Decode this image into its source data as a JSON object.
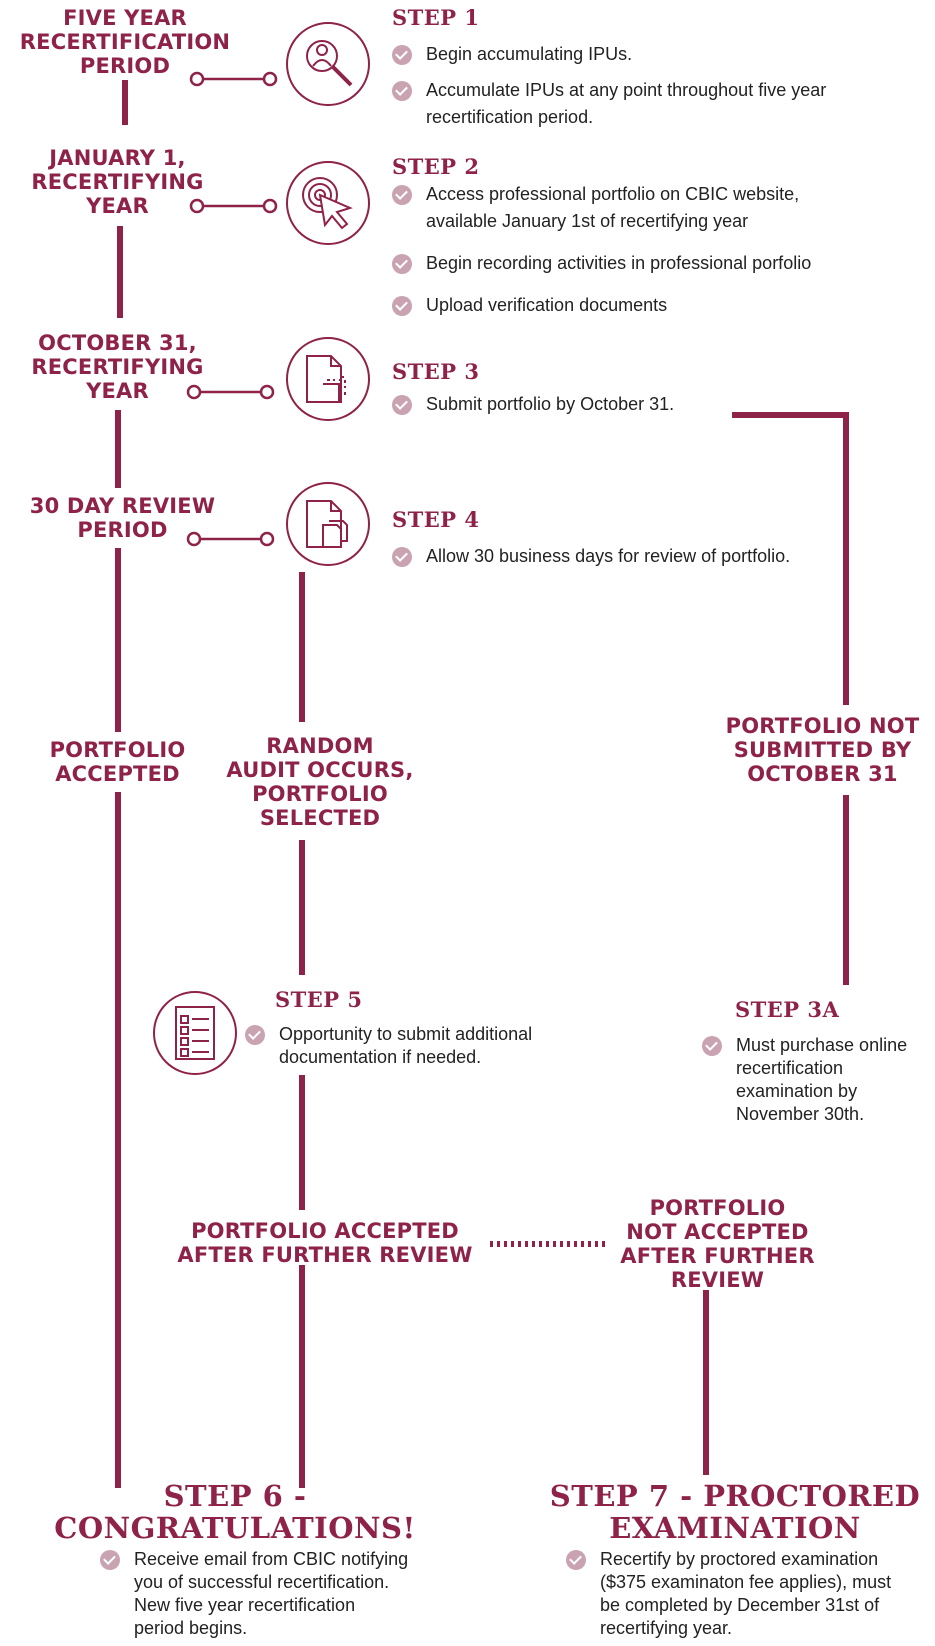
{
  "colors": {
    "accent": "#8e2249",
    "check": "#c9a3b1",
    "text": "#222222"
  },
  "timeline": {
    "five_year": [
      "FIVE YEAR",
      "RECERTIFICATION",
      "PERIOD"
    ],
    "january": [
      "JANUARY 1,",
      "RECERTIFYING",
      "YEAR"
    ],
    "october": [
      "OCTOBER 31,",
      "RECERTIFYING",
      "YEAR"
    ],
    "review": [
      "30 DAY REVIEW",
      "PERIOD"
    ]
  },
  "steps": {
    "step1": {
      "title": "STEP 1",
      "icon": "magnifier-person-icon",
      "items": [
        [
          "Begin accumulating IPUs."
        ],
        [
          "Accumulate IPUs at any point throughout five year",
          "recertification period."
        ]
      ]
    },
    "step2": {
      "title": "STEP 2",
      "icon": "cursor-click-icon",
      "items": [
        [
          "Access professional portfolio on CBIC website,",
          "available January 1st of recertifying year"
        ],
        [
          "Begin recording activities in professional porfolio"
        ],
        [
          "Upload verification documents"
        ]
      ]
    },
    "step3": {
      "title": "STEP 3",
      "icon": "document-icon",
      "items": [
        [
          "Submit portfolio by October 31."
        ]
      ]
    },
    "step4": {
      "title": "STEP 4",
      "icon": "documents-icon",
      "items": [
        [
          "Allow 30 business days for review of portfolio."
        ]
      ]
    },
    "step5": {
      "title": "STEP 5",
      "icon": "checklist-icon",
      "items": [
        [
          "Opportunity to submit additional",
          "documentation if needed."
        ]
      ]
    },
    "step3a": {
      "title": "STEP 3A",
      "items": [
        [
          "Must purchase online",
          "recertification",
          "examination by",
          "November 30th."
        ]
      ]
    }
  },
  "branches": {
    "accepted": [
      "PORTFOLIO",
      "ACCEPTED"
    ],
    "audit": [
      "RANDOM",
      "AUDIT OCCURS,",
      "PORTFOLIO",
      "SELECTED"
    ],
    "not_submitted": [
      "PORTFOLIO NOT",
      "SUBMITTED BY",
      "OCTOBER 31"
    ],
    "accepted_after": [
      "PORTFOLIO ACCEPTED",
      "AFTER FURTHER REVIEW"
    ],
    "not_accepted_after": [
      "PORTFOLIO",
      "NOT ACCEPTED",
      "AFTER FURTHER",
      "REVIEW"
    ]
  },
  "outcomes": {
    "step6": {
      "title": [
        "STEP 6 -",
        "CONGRATULATIONS!"
      ],
      "items": [
        [
          "Receive email from CBIC notifying",
          "you of successful recertification.",
          "New five year recertification",
          "period begins."
        ]
      ]
    },
    "step7": {
      "title": [
        "STEP 7 - PROCTORED",
        "EXAMINATION"
      ],
      "items": [
        [
          "Recertify by proctored examination",
          "($375 examinaton fee applies), must",
          "be completed by December 31st of",
          "recertifying year."
        ]
      ]
    }
  }
}
